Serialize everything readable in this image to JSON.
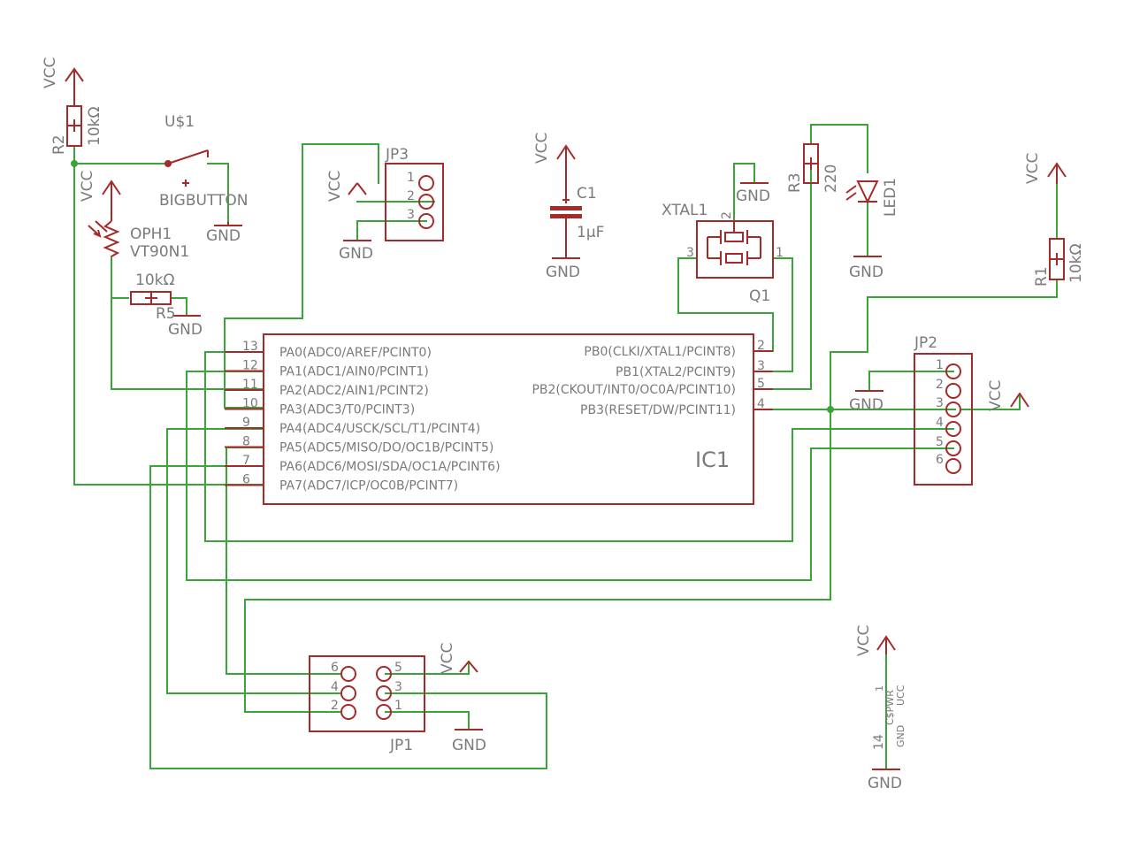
{
  "net": {
    "vcc": "VCC",
    "gnd": "GND"
  },
  "parts": {
    "r2": {
      "name": "R2",
      "value": "10kΩ"
    },
    "r1": {
      "name": "R1",
      "value": "10kΩ"
    },
    "r3": {
      "name": "R3",
      "value": "220"
    },
    "r5": {
      "name": "R5",
      "value": "10kΩ"
    },
    "u1": {
      "name": "U$1",
      "value": "BIGBUTTON"
    },
    "oph1": {
      "name": "OPH1",
      "value": "VT90N1"
    },
    "jp1": {
      "name": "JP1"
    },
    "jp2": {
      "name": "JP2"
    },
    "jp3": {
      "name": "JP3"
    },
    "c1": {
      "name": "C1",
      "value": "1µF"
    },
    "xtal1": {
      "name": "XTAL1"
    },
    "q1": {
      "name": "Q1"
    },
    "led1": {
      "name": "LED1"
    },
    "ic1": {
      "name": "IC1"
    },
    "power": {
      "pwr": "C$PWR",
      "ucc": "UCC",
      "gndpin": "GND"
    }
  },
  "ic1_pins_left": [
    {
      "num": "13",
      "label": "PA0(ADC0/AREF/PCINT0)"
    },
    {
      "num": "12",
      "label": "PA1(ADC1/AIN0/PCINT1)"
    },
    {
      "num": "11",
      "label": "PA2(ADC2/AIN1/PCINT2)"
    },
    {
      "num": "10",
      "label": "PA3(ADC3/T0/PCINT3)"
    },
    {
      "num": "9",
      "label": "PA4(ADC4/USCK/SCL/T1/PCINT4)"
    },
    {
      "num": "8",
      "label": "PA5(ADC5/MISO/DO/OC1B/PCINT5)"
    },
    {
      "num": "7",
      "label": "PA6(ADC6/MOSI/SDA/OC1A/PCINT6)"
    },
    {
      "num": "6",
      "label": "PA7(ADC7/ICP/OC0B/PCINT7)"
    }
  ],
  "ic1_pins_right": [
    {
      "num": "2",
      "label": "PB0(CLKI/XTAL1/PCINT8)"
    },
    {
      "num": "3",
      "label": "PB1(XTAL2/PCINT9)"
    },
    {
      "num": "5",
      "label": "PB2(CKOUT/INT0/OC0A/PCINT10)"
    },
    {
      "num": "4",
      "label": "PB3(RESET/DW/PCINT11)"
    }
  ],
  "pin_numbers": {
    "jp3": [
      "1",
      "2",
      "3"
    ],
    "jp2": [
      "1",
      "2",
      "3",
      "4",
      "5",
      "6"
    ],
    "jp1": [
      "6",
      "5",
      "4",
      "3",
      "2",
      "1"
    ],
    "xtal": [
      "3",
      "2",
      "1"
    ],
    "pwr": [
      "14",
      "1"
    ]
  }
}
